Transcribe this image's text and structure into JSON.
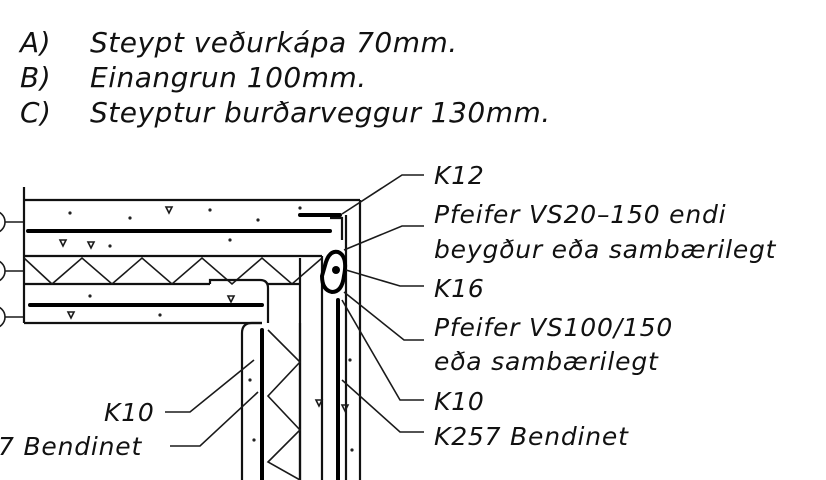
{
  "legend": [
    {
      "key": "A)",
      "text": "Steypt veðurkápa 70mm."
    },
    {
      "key": "B)",
      "text": "Einangrun 100mm."
    },
    {
      "key": "C)",
      "text": "Steyptur burðarveggur 130mm."
    }
  ],
  "callouts": {
    "k12": "K12",
    "pfeifer_vs20_line1": "Pfeifer VS20–150 endi",
    "pfeifer_vs20_line2": "beygður eða sambærilegt",
    "k16": "K16",
    "pfeifer_vs100_line1": "Pfeifer VS100/150",
    "pfeifer_vs100_line2": "eða sambærilegt",
    "k10_right": "K10",
    "k257_right": "K257 Bendinet",
    "k10_left": "K10",
    "k257_left": "7 Bendinet"
  }
}
